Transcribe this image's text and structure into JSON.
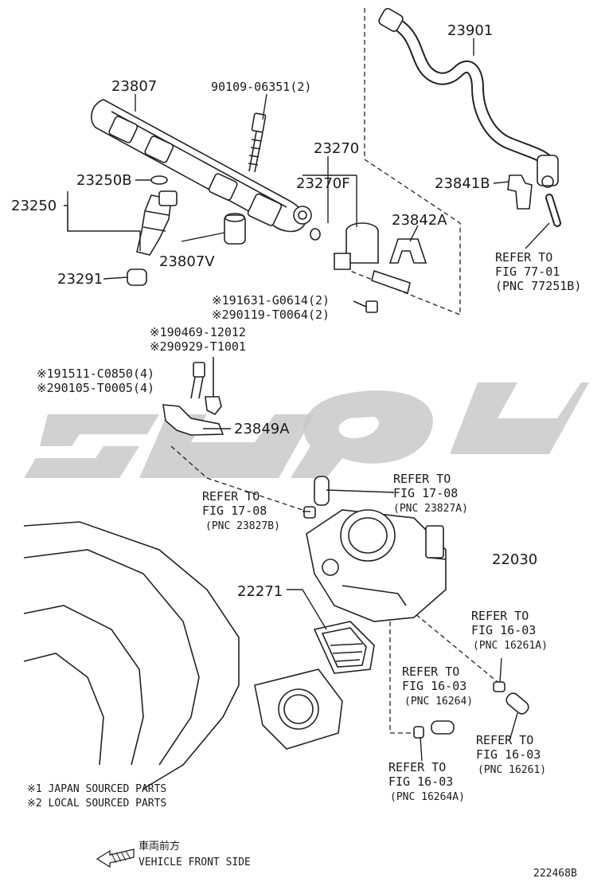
{
  "parts": {
    "p23901": "23901",
    "p23807": "23807",
    "p90109": "90109-06351(2)",
    "p23270": "23270",
    "p23250B": "23250B",
    "p23250": "23250",
    "p23270F": "23270F",
    "p23841B": "23841B",
    "p23842A": "23842A",
    "p23807V": "23807V",
    "p23291": "23291",
    "p23849A": "23849A",
    "p22030": "22030",
    "p22271": "22271"
  },
  "fasteners": {
    "f1a": "※191631-G0614(2)",
    "f1b": "※290119-T0064(2)",
    "f2a": "※190469-12012",
    "f2b": "※290929-T1001",
    "f3a": "※191511-C0850(4)",
    "f3b": "※290105-T0005(4)"
  },
  "refs": {
    "r77_1": "REFER TO",
    "r77_2": "FIG 77-01",
    "r77_3": "(PNC 77251B)",
    "r17a_1": "REFER TO",
    "r17a_2": "FIG 17-08",
    "r17a_3": "(PNC 23827A)",
    "r17b_1": "REFER TO",
    "r17b_2": "FIG 17-08",
    "r17b_3": "(PNC 23827B)",
    "r16a_1": "REFER TO",
    "r16a_2": "FIG 16-03",
    "r16a_3": "(PNC 16261A)",
    "r16b_1": "REFER TO",
    "r16b_2": "FIG 16-03",
    "r16b_3": "(PNC 16264)",
    "r16c_1": "REFER TO",
    "r16c_2": "FIG 16-03",
    "r16c_3": "(PNC 16261)",
    "r16d_1": "REFER TO",
    "r16d_2": "FIG 16-03",
    "r16d_3": "(PNC 16264A)"
  },
  "notes": {
    "n1": "※1 JAPAN SOURCED PARTS",
    "n2": "※2 LOCAL SOURCED PARTS"
  },
  "direction": {
    "jp": "車両前方",
    "en": "VEHICLE FRONT SIDE"
  },
  "figure_id": "222468B"
}
